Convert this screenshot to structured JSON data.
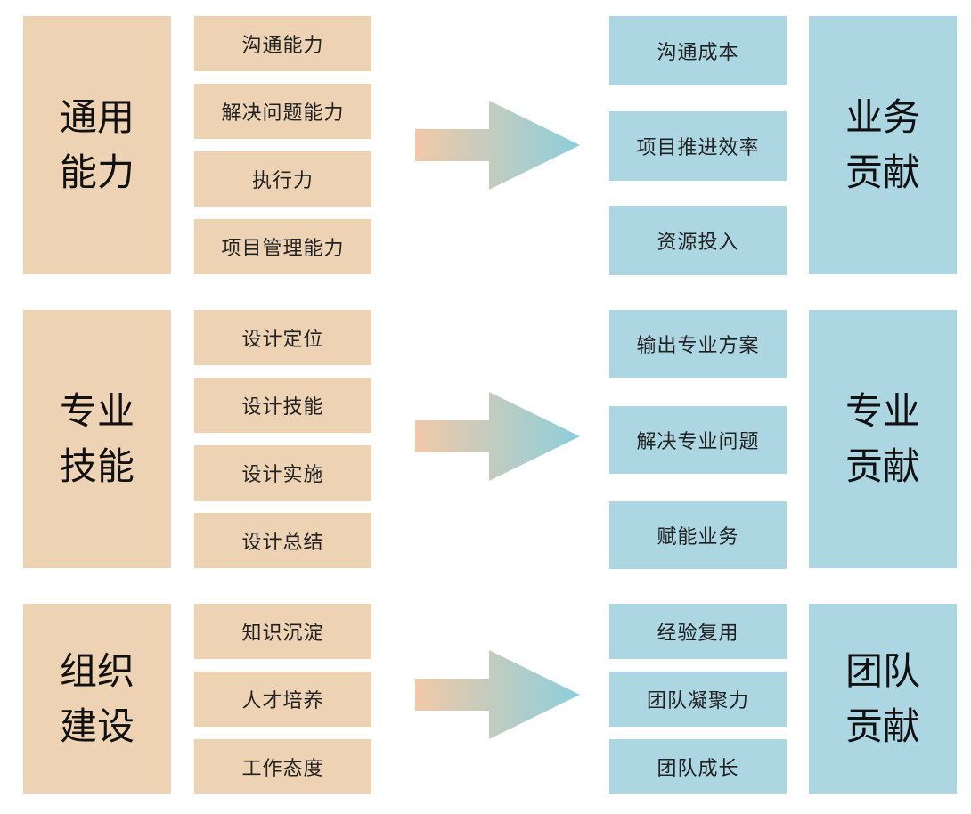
{
  "colors": {
    "left_fill": "#edd3b4",
    "right_fill": "#acd6e2",
    "arrow_start": "#f1c9a8",
    "arrow_end": "#8ccfdb"
  },
  "groups": [
    {
      "left_title": "通用能力",
      "left_items": [
        "沟通能力",
        "解决问题能力",
        "执行力",
        "项目管理能力"
      ],
      "right_items": [
        "沟通成本",
        "项目推进效率",
        "资源投入"
      ],
      "right_title": "业务贡献"
    },
    {
      "left_title": "专业技能",
      "left_items": [
        "设计定位",
        "设计技能",
        "设计实施",
        "设计总结"
      ],
      "right_items": [
        "输出专业方案",
        "解决专业问题",
        "赋能业务"
      ],
      "right_title": "专业贡献"
    },
    {
      "left_title": "组织建设",
      "left_items": [
        "知识沉淀",
        "人才培养",
        "工作态度"
      ],
      "right_items": [
        "经验复用",
        "团队凝聚力",
        "团队成长"
      ],
      "right_title": "团队贡献"
    }
  ]
}
